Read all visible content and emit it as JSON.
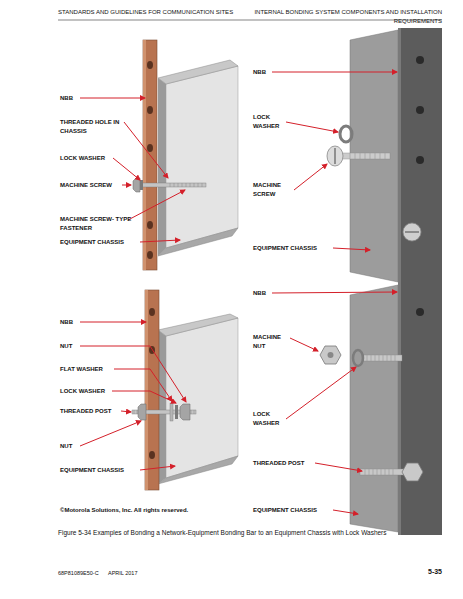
{
  "diagram": {
    "caption": "Figure 5-34 Examples of Bonding a Network-Equipment Bonding Bar to an Equipment Chassis with Lock Washers",
    "labels": [
      "STANDARDS AND GUIDELINES FOR COMMUNICATION SITES",
      "INTERNAL BONDING SYSTEM COMPONENTS AND INSTALLATION REQUIREMENTS",
      "NBB",
      "THREADED HOLE IN CHASSIS",
      "LOCK WASHER",
      "MACHINE SCREW",
      "MACHINE SCREW- TYPE FASTENER",
      "EQUIPMENT CHASSIS",
      "NBB",
      "LOCK WASHER",
      "MACHINE SCREW",
      "EQUIPMENT CHASSIS",
      "NBB",
      "NUT",
      "FLAT WASHER",
      "LOCK WASHER",
      "THREADED POST",
      "NUT",
      "EQUIPMENT CHASSIS",
      "©Motorola Solutions, Inc. All rights reserved.",
      "NBB",
      "MACHINE NUT",
      "LOCK WASHER",
      "THREADED POST",
      "EQUIPMENT CHASSIS",
      "68P81089E50-C",
      "APRIL 2017",
      "5-35"
    ]
  }
}
